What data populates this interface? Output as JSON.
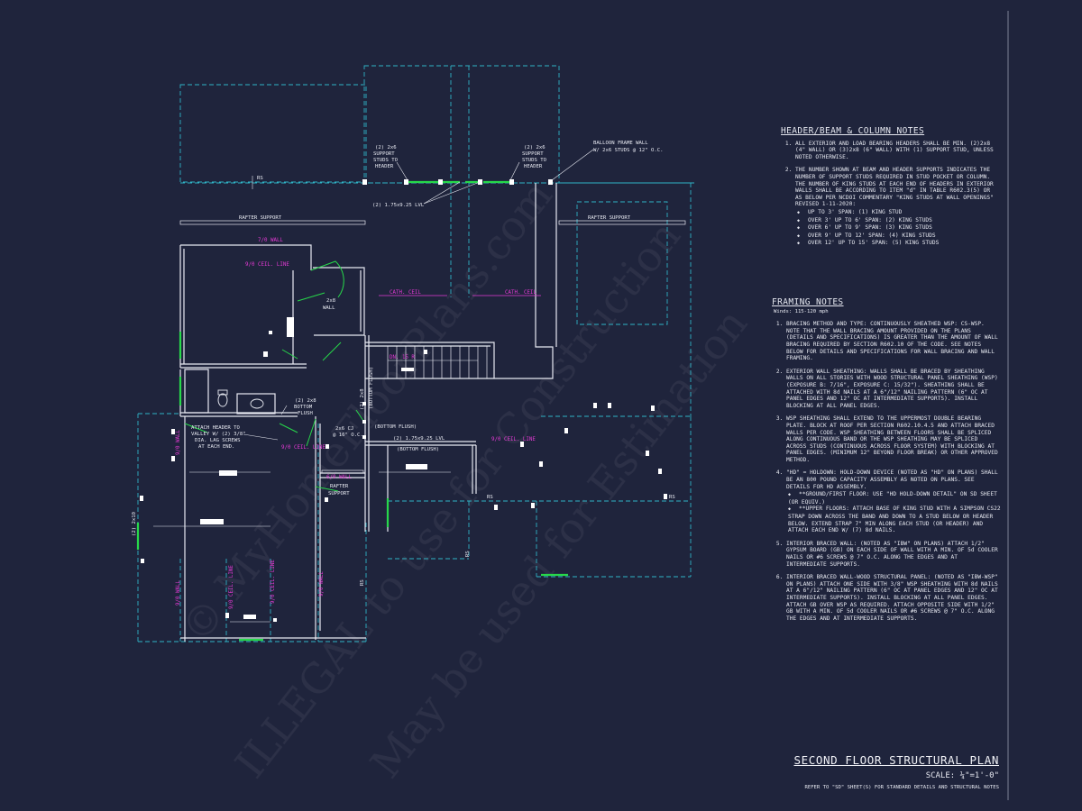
{
  "plan": {
    "title": "SECOND FLOOR STRUCTURAL PLAN",
    "scale": "SCALE: ¼\"=1'-0\"",
    "refer": "REFER TO \"SD\" SHEET(S) FOR STANDARD DETAILS AND STRUCTURAL NOTES"
  },
  "watermark": {
    "line1": "© MyHomeFloorPlans.com",
    "line2": "ILLEGAL to use for Construction",
    "line3": "May be used for Estimation"
  },
  "labels": {
    "rafter_support_left": "RAFTER SUPPORT",
    "rafter_support_right": "RAFTER SUPPORT",
    "rafter_support_mid": "RAFTER",
    "rafter_support_mid2": "SUPPORT",
    "wall_710": "7/0 WALL",
    "ceil_line_top": "9/0 CEIL. LINE",
    "wall_2x8_a": "2x8",
    "wall_2x8_b": "WALL",
    "cath_ceil_left": "CATH. CEIL",
    "cath_ceil_right": "CATH. CEIL",
    "support_left_1": "(2) 2x6",
    "support_left_2": "SUPPORT",
    "support_left_3": "STUDS TO",
    "support_left_4": "HEADER",
    "support_right_1": "(2) 2x6",
    "support_right_2": "SUPPORT",
    "support_right_3": "STUDS TO",
    "support_right_4": "HEADER",
    "balloon_1": "BALLOON FRAME WALL",
    "balloon_2": "W/ 2x6 STUDS @ 12\" O.C.",
    "lvl_top": "(2) 1.75x9.25 LVL",
    "lvl_mid": "(2) 1.75x9.25 LVL",
    "rs": "RS",
    "dn": "DN. 15 R",
    "bottom_flush_1": "(BOTTOM FLUSH)",
    "bottom_flush_2": "(BOTTOM FLUSH)",
    "bottom_flush_3": "(BOTTOM FLUSH)",
    "two_2x8": "(2) 2x8",
    "two_2x8_b": "(2) 2x8",
    "bottom": "BOTTOM",
    "flush": "FLUSH",
    "joist_1": "2x6 CJ",
    "joist_2": "@ 16\" O.C.",
    "attach_1": "ATTACH HEADER TO",
    "attach_2": "VALLEY W/ (2) 3/8\"",
    "attach_3": "DIA. LAG SCREWS",
    "attach_4": "AT EACH END.",
    "ceil_90_a": "9/0 CEIL. LINE",
    "ceil_90_b": "9/0 CEIL. LINE",
    "ceil_90_c": "9/0 CEIL. LINE",
    "ceil_90_d": "9/0 CEIL. LINE",
    "wall_60": "6/0 WALL",
    "wall_90_a": "9/0 WALL",
    "wall_90_b": "9/0 WALL",
    "wall_90_c": "9/0 WALL",
    "hd_2x40": "(2) 2x10"
  },
  "header_notes": {
    "heading": "HEADER/BEAM & COLUMN NOTES",
    "items": [
      "ALL EXTERIOR AND LOAD BEARING HEADERS SHALL BE MIN. (2)2x8 (4\" WALL) OR (3)2x8 (6\" WALL) WITH (1) SUPPORT STUD, UNLESS NOTED OTHERWISE.",
      "THE NUMBER SHOWN AT BEAM AND HEADER SUPPORTS INDICATES THE NUMBER OF SUPPORT STUDS REQUIRED IN STUD POCKET OR COLUMN. THE NUMBER OF KING STUDS AT EACH END OF HEADERS IN EXTERIOR WALLS SHALL BE ACCORDING TO ITEM \"d\" IN TABLE R602.3(5) OR AS BELOW PER NCDOI COMMENTARY \"KING STUDS AT WALL OPENINGS\" REVISED 1-11-2020:"
    ],
    "bullets": [
      "UP TO 3' SPAN: (1) KING STUD",
      "OVER 3' UP TO 6' SPAN: (2) KING STUDS",
      "OVER 6' UP TO 9' SPAN: (3) KING STUDS",
      "OVER 9' UP TO 12' SPAN: (4) KING STUDS",
      "OVER 12' UP TO 15' SPAN: (5) KING STUDS"
    ]
  },
  "framing_notes": {
    "heading": "FRAMING NOTES",
    "winds": "Winds: 115-120 mph",
    "items": [
      "BRACING METHOD AND TYPE: CONTINUOUSLY SHEATHED WSP: CS-WSP. NOTE THAT THE WALL BRACING AMOUNT PROVIDED ON THE PLANS (DETAILS AND SPECIFICATIONS) IS GREATER THAN THE AMOUNT OF WALL BRACING REQUIRED BY SECTION R602.10 OF THE CODE. SEE NOTES BELOW FOR DETAILS AND SPECIFICATIONS FOR WALL BRACING AND WALL FRAMING.",
      "EXTERIOR WALL SHEATHING: WALLS SHALL BE BRACED BY SHEATHING WALLS ON ALL STORIES WITH WOOD STRUCTURAL PANEL SHEATHING (WSP) (EXPOSURE B: 7/16\", EXPOSURE C: 15/32\"). SHEATHING SHALL BE ATTACHED WITH 8d NAILS AT A 6\"/12\" NAILING PATTERN (6\" OC AT PANEL EDGES AND 12\" OC AT INTERMEDIATE SUPPORTS). INSTALL BLOCKING AT ALL PANEL EDGES.",
      "WSP SHEATHING SHALL EXTEND TO THE UPPERMOST DOUBLE BEARING PLATE. BLOCK AT ROOF PER SECTION R602.10.4.5 AND ATTACH BRACED WALLS PER CODE. WSP SHEATHING BETWEEN FLOORS SHALL BE SPLICED ALONG CONTINUOUS BAND OR THE WSP SHEATHING MAY BE SPLICED ACROSS STUDS (CONTINUOUS ACROSS FLOOR SYSTEM) WITH BLOCKING AT PANEL EDGES. (MINIMUM 12\" BEYOND FLOOR BREAK) OR OTHER APPROVED METHOD.",
      "\"HD\" = HOLDOWN: HOLD-DOWN DEVICE (NOTED AS \"HD\" ON PLANS) SHALL BE AN 800 POUND CAPACITY ASSEMBLY AS NOTED ON PLANS. SEE DETAILS FOR HD ASSEMBLY.",
      "INTERIOR BRACED WALL: (NOTED AS \"IBW\" ON PLANS) ATTACH 1/2\" GYPSUM BOARD (GB) ON EACH SIDE OF WALL WITH A MIN. OF 5d COOLER NAILS OR #6 SCREWS @ 7\" O.C. ALONG THE EDGES AND AT INTERMEDIATE SUPPORTS.",
      "INTERIOR BRACED WALL-WOOD STRUCTURAL PANEL: (NOTED AS \"IBW-WSP\" ON PLANS) ATTACH ONE SIDE WITH 3/8\" WSP SHEATHING WITH 8d NAILS AT A 6\"/12\" NAILING PATTERN (6\" OC AT PANEL EDGES AND 12\" OC AT INTERMEDIATE SUPPORTS). INSTALL BLOCKING AT ALL PANEL EDGES. ATTACH GB OVER WSP AS REQUIRED. ATTACH OPPOSITE SIDE WITH 1/2\" GB WITH A MIN. OF 5d COOLER NAILS OR #6 SCREWS @ 7\" O.C. ALONG THE EDGES AND AT INTERMEDIATE SUPPORTS."
    ],
    "hd_bullets": [
      "**GROUND/FIRST FLOOR: USE \"HD HOLD-DOWN DETAIL\" ON SD SHEET (OR EQUIV.)",
      "**UPPER FLOORS: ATTACH BASE OF KING STUD WITH A SIMPSON CS22 STRAP DOWN ACROSS THE BAND AND DOWN TO A STUD BELOW OR HEADER BELOW. EXTEND STRAP 7\" MIN ALONG EACH STUD (OR HEADER) AND ATTACH EACH END W/ (7) 8d NAILS."
    ]
  },
  "colors": {
    "background": "#1f243c",
    "walls": "#e8eaf2",
    "dashed": "#2fb3c6",
    "magenta": "#e63ad6",
    "green": "#27d84a"
  }
}
